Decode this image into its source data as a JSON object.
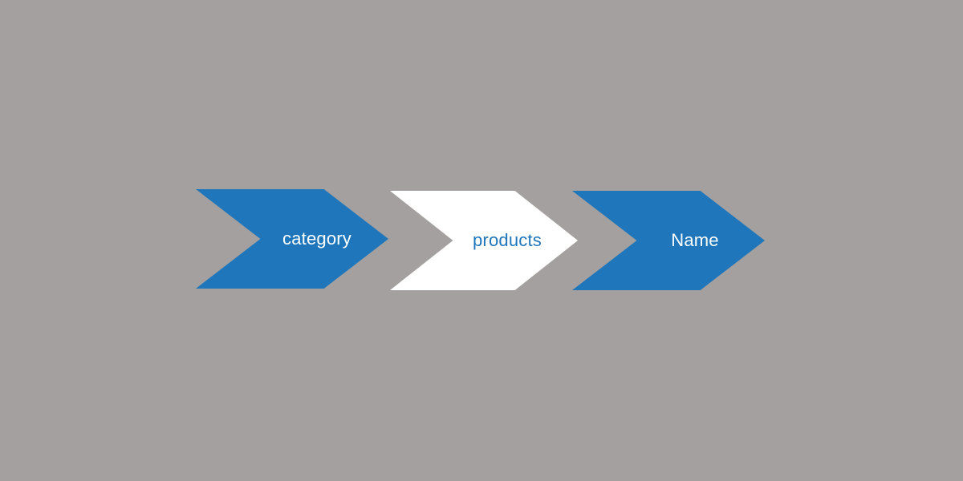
{
  "steps": [
    {
      "label": "category",
      "fill": "#1f76bb",
      "text_color": "#ffffff"
    },
    {
      "label": "products",
      "fill": "#ffffff",
      "text_color": "#1f76bb"
    },
    {
      "label": "Name",
      "fill": "#1f76bb",
      "text_color": "#ffffff"
    }
  ]
}
